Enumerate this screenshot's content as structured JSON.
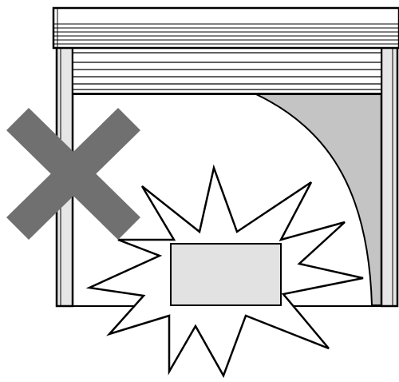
{
  "diagram": {
    "subject": "roller-shutter-warning",
    "elements": [
      "shutter-housing",
      "left-guide-rail",
      "right-guide-rail",
      "rolled-shutter-slats",
      "shutter-opening",
      "prohibition-x-icon",
      "impact-burst-icon",
      "obstacle-object"
    ]
  },
  "colors": {
    "outline": "#000000",
    "housing_fill": "#ffffff",
    "rail_fill": "#e6e6e6",
    "obstacle_fill": "#e2e2e2",
    "shadow_fill": "#c4c4c4",
    "cross_fill": "#707070",
    "background": "#ffffff"
  }
}
